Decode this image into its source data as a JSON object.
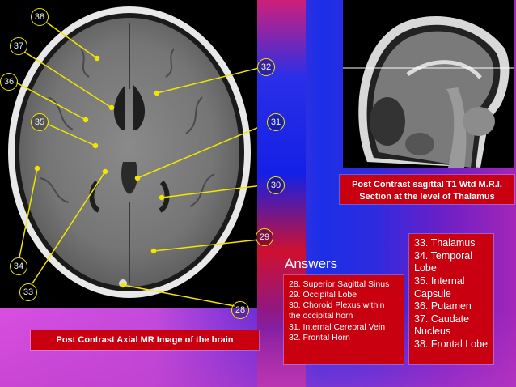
{
  "labels": [
    {
      "id": "38",
      "text": "38"
    },
    {
      "id": "37",
      "text": "37"
    },
    {
      "id": "36",
      "text": "36"
    },
    {
      "id": "35",
      "text": "35"
    },
    {
      "id": "34",
      "text": "34"
    },
    {
      "id": "33",
      "text": "33"
    },
    {
      "id": "32",
      "text": "32"
    },
    {
      "id": "31",
      "text": "31"
    },
    {
      "id": "30",
      "text": "30"
    },
    {
      "id": "29",
      "text": "29"
    },
    {
      "id": "28",
      "text": "28"
    }
  ],
  "axial_caption": "Post Contrast Axial MR Image of the brain",
  "sagittal_caption_line1": "Post Contrast sagittal T1 Wtd M.R.I.",
  "sagittal_caption_line2": "Section at the level of Thalamus",
  "answers_title": "Answers",
  "answers_left": [
    "28. Superior Sagittal Sinus",
    "29. Occipital Lobe",
    "30. Choroid Plexus within",
    "the occipital horn",
    "31. Internal Cerebral Vein",
    "32. Frontal Horn"
  ],
  "answers_right": [
    "33. Thalamus",
    "34. Temporal",
    "Lobe",
    "35. Internal",
    "Capsule",
    "36. Putamen",
    "37. Caudate",
    "Nucleus",
    "38. Frontal Lobe"
  ],
  "colors": {
    "caption_red": "#c8000f",
    "pointer_yellow": "#f2e600"
  }
}
